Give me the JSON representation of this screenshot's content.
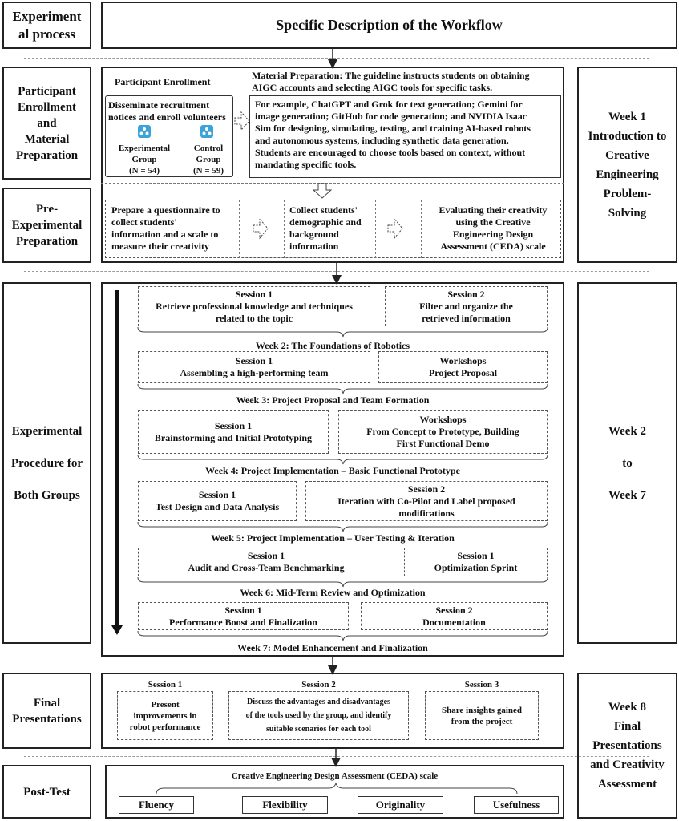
{
  "header": {
    "left_title": "Experiment\nal process",
    "main_title": "Specific Description of the Workflow"
  },
  "left_column": {
    "participant": "Participant\nEnrollment\nand\nMaterial\nPreparation",
    "pre_experimental": "Pre-\nExperimental\nPreparation",
    "procedure": "Experimental\n\nProcedure for\n\nBoth Groups",
    "final": "Final\nPresentations",
    "post_test": "Post-Test"
  },
  "right_column": {
    "week1": "Week 1\nIntroduction to\nCreative\nEngineering\nProblem-\nSolving",
    "week2_7": "Week 2\n\nto\n\nWeek 7",
    "week8": "Week 8\nFinal\nPresentations\nand Creativity\nAssessment"
  },
  "enrollment": {
    "title": "Participant Enrollment",
    "disseminate": "Disseminate recruitment\nnotices and enroll volunteers",
    "experimental_group": "Experimental\nGroup\n(N = 54)",
    "control_group": "Control\nGroup\n(N = 59)",
    "material_title": "Material Preparation: The guideline instructs students on obtaining\nAIGC accounts and selecting AIGC tools for specific tasks.",
    "material_body": "For example, ChatGPT and Grok for text generation; Gemini for\nimage generation; GitHub for code generation; and NVIDIA Isaac\nSim for designing, simulating, testing, and training AI-based robots\nand autonomous systems, including synthetic data generation.\nStudents are encouraged to choose tools based on context, without\nmandating specific tools."
  },
  "pre_steps": [
    "Prepare a questionnaire to\ncollect students'\ninformation and a scale to\nmeasure their creativity",
    "Collect students'\ndemographic and\nbackground\ninformation",
    "Evaluating their creativity\nusing the Creative\nEngineering Design\nAssessment (CEDA) scale"
  ],
  "weeks": [
    {
      "a": "Session 1\nRetrieve professional knowledge and techniques\nrelated to the topic",
      "b": "Session 2\nFilter and organize the\nretrieved information",
      "label": "Week 2: The Foundations of Robotics"
    },
    {
      "a": "Session 1\nAssembling a high-performing team",
      "b": "Workshops\nProject Proposal",
      "label": "Week 3: Project Proposal and Team Formation"
    },
    {
      "a": "Session 1\nBrainstorming and Initial Prototyping",
      "b": "Workshops\nFrom Concept to Prototype, Building\nFirst Functional Demo",
      "label": "Week 4: Project Implementation – Basic Functional Prototype"
    },
    {
      "a": "Session 1\nTest Design and Data Analysis",
      "b": "Session 2\nIteration with Co-Pilot and Label proposed\nmodifications",
      "label": "Week 5: Project Implementation – User Testing & Iteration"
    },
    {
      "a": "Session 1\nAudit and Cross-Team Benchmarking",
      "b": "Session 1\nOptimization Sprint",
      "label": "Week 6: Mid-Term Review and Optimization"
    },
    {
      "a": "Session 1\nPerformance Boost and Finalization",
      "b": "Session 2\nDocumentation",
      "label": "Week 7: Model Enhancement and Finalization"
    }
  ],
  "final_sessions": [
    {
      "title": "Session 1",
      "body": "Present\nimprovements in\nrobot performance"
    },
    {
      "title": "Session 2",
      "body": "Discuss the advantages and disadvantages\nof the tools used by the group, and identify\nsuitable scenarios for each tool"
    },
    {
      "title": "Session 3",
      "body": "Share insights gained\nfrom the project"
    }
  ],
  "post_test": {
    "title": "Creative Engineering Design Assessment (CEDA) scale",
    "items": [
      "Fluency",
      "Flexibility",
      "Originality",
      "Usefulness"
    ]
  },
  "icons": {
    "group_icon": "people-icon",
    "arrow_icon": "dashed-right-arrow-icon"
  }
}
